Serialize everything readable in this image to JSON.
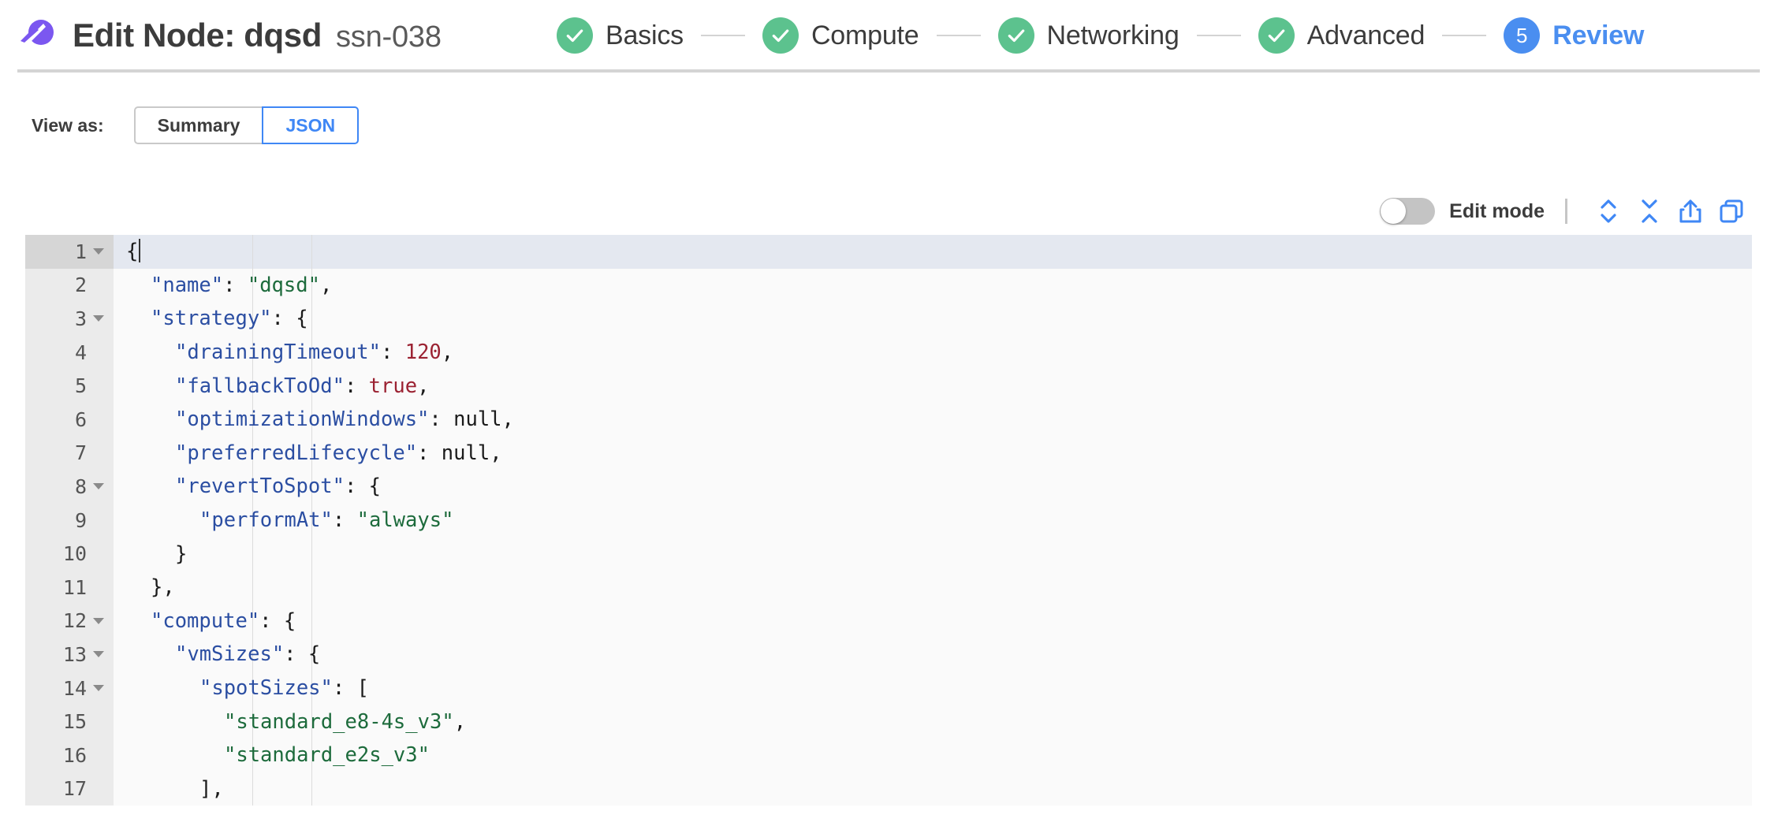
{
  "app": {
    "logo_icon": "spot-comet-logo-icon",
    "accent_purple": "#7B57F0",
    "accent_blue": "#3f87f5",
    "accent_green": "#5CC28E"
  },
  "header": {
    "title": "Edit Node: dqsd",
    "subtitle": "ssn-038",
    "steps": [
      {
        "label": "Basics",
        "state": "done",
        "icon": "check-icon",
        "number": "1"
      },
      {
        "label": "Compute",
        "state": "done",
        "icon": "check-icon",
        "number": "2"
      },
      {
        "label": "Networking",
        "state": "done",
        "icon": "check-icon",
        "number": "3"
      },
      {
        "label": "Advanced",
        "state": "done",
        "icon": "check-icon",
        "number": "4"
      },
      {
        "label": "Review",
        "state": "active",
        "icon": "number",
        "number": "5"
      }
    ]
  },
  "view_as": {
    "label": "View as:",
    "options": [
      {
        "label": "Summary",
        "selected": false
      },
      {
        "label": "JSON",
        "selected": true
      }
    ]
  },
  "editor_toolbar": {
    "edit_mode_label": "Edit mode",
    "edit_mode_on": false,
    "actions": [
      {
        "name": "expand-all-icon",
        "title": "Expand all"
      },
      {
        "name": "collapse-all-icon",
        "title": "Collapse all"
      },
      {
        "name": "share-export-icon",
        "title": "Export"
      },
      {
        "name": "copy-icon",
        "title": "Copy"
      }
    ]
  },
  "editor": {
    "active_line": 1,
    "lines": [
      {
        "no": "1",
        "fold": true,
        "indent": 0,
        "tokens": [
          {
            "t": "p",
            "v": "{"
          },
          {
            "t": "caret",
            "v": ""
          }
        ]
      },
      {
        "no": "2",
        "fold": false,
        "indent": 1,
        "tokens": [
          {
            "t": "k",
            "v": "\"name\""
          },
          {
            "t": "p",
            "v": ": "
          },
          {
            "t": "s",
            "v": "\"dqsd\""
          },
          {
            "t": "p",
            "v": ","
          }
        ]
      },
      {
        "no": "3",
        "fold": true,
        "indent": 1,
        "tokens": [
          {
            "t": "k",
            "v": "\"strategy\""
          },
          {
            "t": "p",
            "v": ": {"
          }
        ]
      },
      {
        "no": "4",
        "fold": false,
        "indent": 2,
        "tokens": [
          {
            "t": "k",
            "v": "\"drainingTimeout\""
          },
          {
            "t": "p",
            "v": ": "
          },
          {
            "t": "n",
            "v": "120"
          },
          {
            "t": "p",
            "v": ","
          }
        ]
      },
      {
        "no": "5",
        "fold": false,
        "indent": 2,
        "tokens": [
          {
            "t": "k",
            "v": "\"fallbackToOd\""
          },
          {
            "t": "p",
            "v": ": "
          },
          {
            "t": "b",
            "v": "true"
          },
          {
            "t": "p",
            "v": ","
          }
        ]
      },
      {
        "no": "6",
        "fold": false,
        "indent": 2,
        "tokens": [
          {
            "t": "k",
            "v": "\"optimizationWindows\""
          },
          {
            "t": "p",
            "v": ": "
          },
          {
            "t": "nul",
            "v": "null"
          },
          {
            "t": "p",
            "v": ","
          }
        ]
      },
      {
        "no": "7",
        "fold": false,
        "indent": 2,
        "tokens": [
          {
            "t": "k",
            "v": "\"preferredLifecycle\""
          },
          {
            "t": "p",
            "v": ": "
          },
          {
            "t": "nul",
            "v": "null"
          },
          {
            "t": "p",
            "v": ","
          }
        ]
      },
      {
        "no": "8",
        "fold": true,
        "indent": 2,
        "tokens": [
          {
            "t": "k",
            "v": "\"revertToSpot\""
          },
          {
            "t": "p",
            "v": ": {"
          }
        ]
      },
      {
        "no": "9",
        "fold": false,
        "indent": 3,
        "tokens": [
          {
            "t": "k",
            "v": "\"performAt\""
          },
          {
            "t": "p",
            "v": ": "
          },
          {
            "t": "s",
            "v": "\"always\""
          }
        ]
      },
      {
        "no": "10",
        "fold": false,
        "indent": 2,
        "tokens": [
          {
            "t": "p",
            "v": "}"
          }
        ]
      },
      {
        "no": "11",
        "fold": false,
        "indent": 1,
        "tokens": [
          {
            "t": "p",
            "v": "},"
          }
        ]
      },
      {
        "no": "12",
        "fold": true,
        "indent": 1,
        "tokens": [
          {
            "t": "k",
            "v": "\"compute\""
          },
          {
            "t": "p",
            "v": ": {"
          }
        ]
      },
      {
        "no": "13",
        "fold": true,
        "indent": 2,
        "tokens": [
          {
            "t": "k",
            "v": "\"vmSizes\""
          },
          {
            "t": "p",
            "v": ": {"
          }
        ]
      },
      {
        "no": "14",
        "fold": true,
        "indent": 3,
        "tokens": [
          {
            "t": "k",
            "v": "\"spotSizes\""
          },
          {
            "t": "p",
            "v": ": ["
          }
        ]
      },
      {
        "no": "15",
        "fold": false,
        "indent": 4,
        "tokens": [
          {
            "t": "s",
            "v": "\"standard_e8-4s_v3\""
          },
          {
            "t": "p",
            "v": ","
          }
        ]
      },
      {
        "no": "16",
        "fold": false,
        "indent": 4,
        "tokens": [
          {
            "t": "s",
            "v": "\"standard_e2s_v3\""
          }
        ]
      },
      {
        "no": "17",
        "fold": false,
        "indent": 3,
        "tokens": [
          {
            "t": "p",
            "v": "],"
          }
        ]
      }
    ]
  }
}
